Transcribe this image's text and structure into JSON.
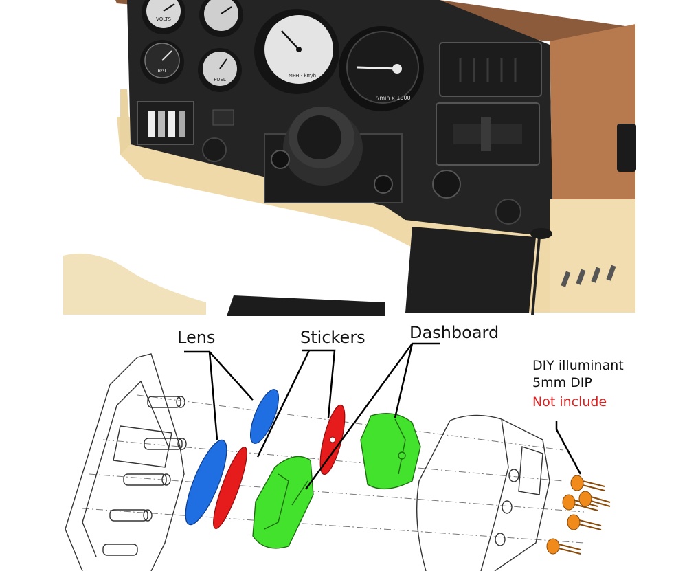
{
  "labels": {
    "lens": "Lens",
    "stickers": "Stickers",
    "dashboard": "Dashboard",
    "illuminant_line1": "DIY illuminant",
    "illuminant_line2": "5mm DIP",
    "illuminant_note": "Not include"
  },
  "gauges": {
    "volts": "VOLTS",
    "bat": "BAT",
    "fuel": "FUEL",
    "speed": "MPH - km/h",
    "rpm": "r/min x 1000"
  },
  "colors": {
    "lens": "#1e6fe0",
    "sticker": "#e81c1c",
    "dashboard": "#3fe22a",
    "led": "#f08a1a",
    "note": "#e21f1f",
    "panel": "#2a2a2a",
    "bezel_brown": "#8a5a3a",
    "body_beige": "#f0dcae"
  }
}
